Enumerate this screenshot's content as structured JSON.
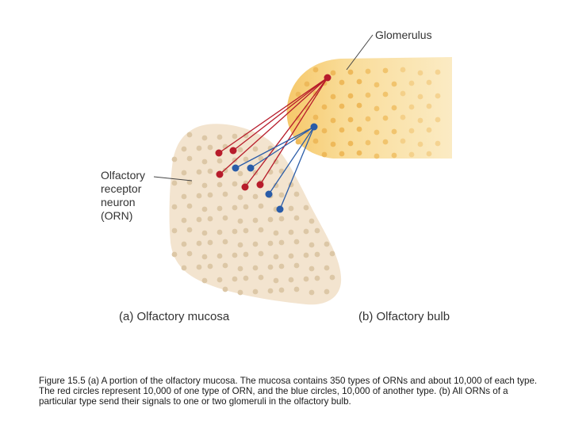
{
  "labels": {
    "glomerulus": "Glomerulus",
    "orn": [
      "Olfactory",
      "receptor",
      "neuron",
      "(ORN)"
    ],
    "mucosa": "(a) Olfactory mucosa",
    "bulb": "(b) Olfactory bulb"
  },
  "caption": "Figure 15.5 (a) A portion of the olfactory mucosa. The mucosa contains 350 types of ORNs and about 10,000 of each type. The red circles represent 10,000 of one type of ORN, and the blue circles, 10,000 of another type. (b) All ORNs of a particular type send their signals to one or two glomeruli in the olfactory bulb.",
  "colors": {
    "mucosa_fill": "#f3e4cf",
    "mucosa_dot": "#dcc7a6",
    "bulb_fill": "#f9e2a6",
    "bulb_dot": "#eeb95a",
    "red_neuron": "#b71c2b",
    "blue_neuron": "#2a5ca8",
    "label_text": "#333333"
  }
}
